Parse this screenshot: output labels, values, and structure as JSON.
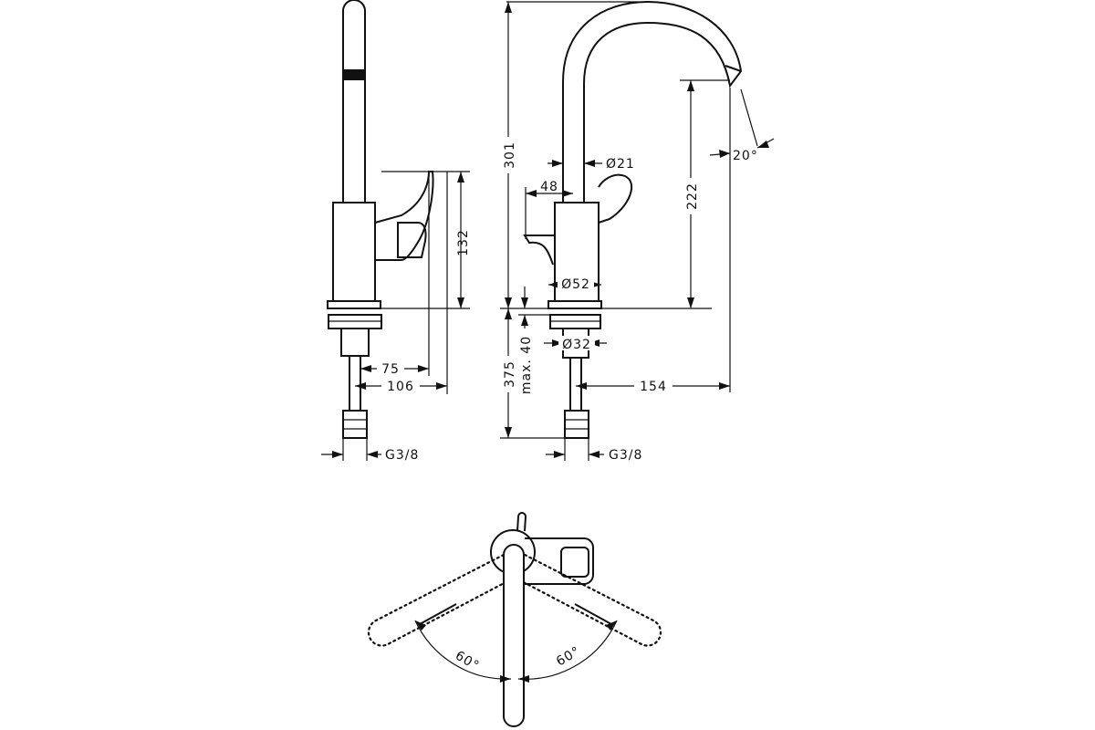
{
  "dimensions": {
    "side_height_132": "132",
    "side_offset_75": "75",
    "side_offset_106": "106",
    "side_thread_left": "G3/8",
    "front_height_301": "301",
    "front_diameter_21": "Ø21",
    "front_offset_48": "48",
    "front_spout_222": "222",
    "front_angle_20": "20°",
    "front_diameter_52": "Ø52",
    "front_diameter_32": "Ø32",
    "front_max_40": "max. 40",
    "front_length_375": "375",
    "front_reach_154": "154",
    "front_thread_right": "G3/8",
    "top_angle_left": "60°",
    "top_angle_right": "60°"
  }
}
